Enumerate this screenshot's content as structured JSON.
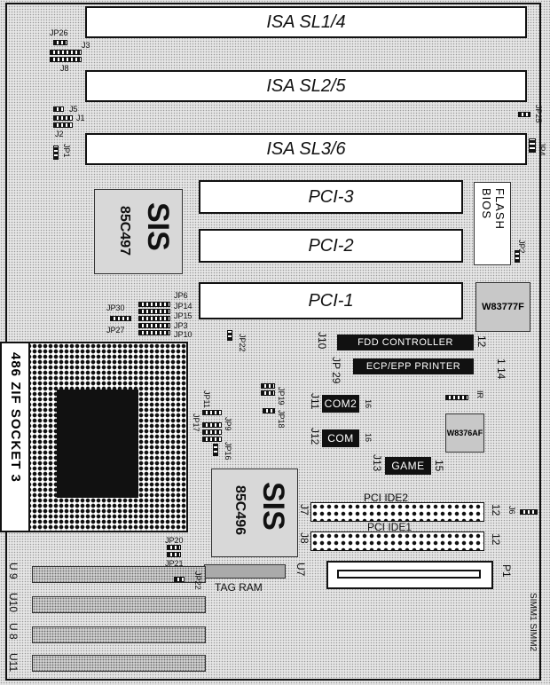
{
  "isa_slots": [
    "ISA SL1/4",
    "ISA SL2/5",
    "ISA SL3/6"
  ],
  "pci_slots": [
    "PCI-3",
    "PCI-2",
    "PCI-1"
  ],
  "chips": {
    "sis_top": {
      "brand": "SIS",
      "model": "85C497"
    },
    "sis_bottom": {
      "brand": "SIS",
      "model": "85C496"
    },
    "flash_bios": "FLASH BIOS",
    "w83777f": "W83777F",
    "w83758f": "W8376AF"
  },
  "controllers": {
    "fdd": "FDD CONTROLLER",
    "ecp": "ECP/EPP PRINTER",
    "com2": "COM2",
    "com1": "COM",
    "game": "GAME"
  },
  "connectors": {
    "pci_ide2": "PCI IDE2",
    "pci_ide1": "PCI IDE1",
    "p1": "P1",
    "tag_ram": "TAG RAM",
    "socket": "486 ZIF SOCKET 3"
  },
  "jumpers": {
    "jp26": "JP26",
    "j3": "J3",
    "j8": "J8",
    "j5": "J5",
    "j1": "J1",
    "j2": "J2",
    "jp1": "JP1",
    "jp25": "JP25",
    "jp4": "JP4",
    "jp2": "JP2",
    "jp30": "JP30",
    "jp27": "JP27",
    "jp6": "JP6",
    "jp14": "JP14",
    "jp15": "JP15",
    "jp3": "JP3",
    "jp10": "JP10",
    "jp22": "JP22",
    "jp19": "JP19",
    "jp18": "JP18",
    "jp11": "JP11",
    "jp17": "JP17",
    "jp9": "JP9",
    "jp16": "JP16",
    "jp20": "JP20",
    "jp21": "JP21",
    "jp22b": "JP22",
    "ir": "IR",
    "j6": "J6"
  },
  "header_labels": {
    "j10": "J10",
    "jp29": "JP 29",
    "j11": "J11",
    "j12": "J12",
    "j13": "J13",
    "j7": "J7",
    "j8": "J8",
    "u7": "U7",
    "n12a": "12",
    "n114": "1 14",
    "n16a": "16",
    "n16b": "16",
    "n15": "15",
    "n12b": "12",
    "n12c": "12"
  },
  "simm_labels": [
    "U 9",
    "U10",
    "U 8",
    "U11"
  ],
  "simm_side": "SIMM1 SIMM2"
}
